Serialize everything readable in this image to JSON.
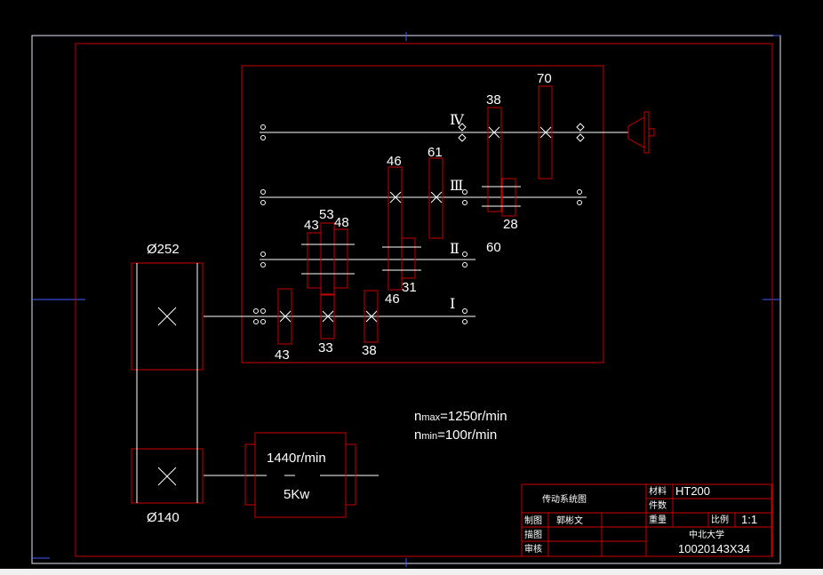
{
  "colors": {
    "background": "#000000",
    "frame": "#cc0000",
    "shaft": "#ffffff",
    "viewport": "#3b5bff"
  },
  "gears": {
    "shaft4": {
      "left": "38",
      "right": "70"
    },
    "shaft3": {
      "top1": "46",
      "top2": "61",
      "bottom1": "60",
      "bottom2": "28"
    },
    "shaft2": {
      "a": "43",
      "b": "53",
      "c": "48",
      "d": "46",
      "e": "31"
    },
    "shaft1": {
      "a": "43",
      "b": "33",
      "c": "38"
    }
  },
  "shafts": {
    "s1": "Ⅰ",
    "s2": "Ⅱ",
    "s3": "Ⅲ",
    "s4": "Ⅳ"
  },
  "pulleys": {
    "top_diameter": "Ø252",
    "bottom_diameter": "Ø140"
  },
  "motor": {
    "speed": "1440r/min",
    "power": "5Kw"
  },
  "speed_range": {
    "max_prefix": "n",
    "max_sub": "max",
    "max_value": "=1250r/min",
    "min_prefix": "n",
    "min_sub": "min",
    "min_value": "=100r/min"
  },
  "title_block": {
    "drawing_name": "传动系统图",
    "material_label": "材料",
    "material_value": "HT200",
    "quantity_label": "件数",
    "weight_label": "重量",
    "scale_label": "比例",
    "scale_value": "1:1",
    "drawn_label": "制图",
    "drawn_name": "郭彬文",
    "design_label": "描图",
    "review_label": "审核",
    "school": "中北大学",
    "drawing_number": "10020143X34"
  }
}
